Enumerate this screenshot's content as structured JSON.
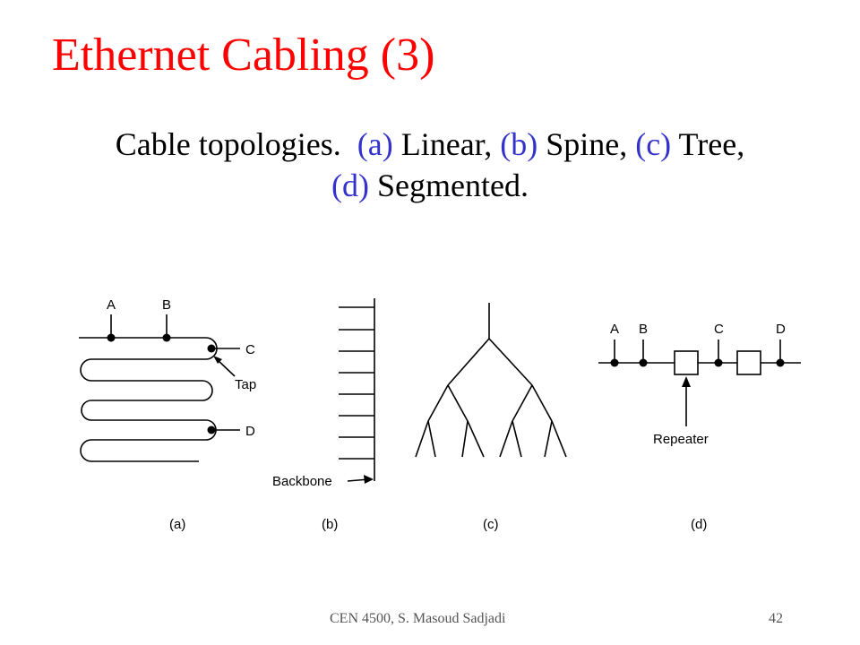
{
  "slide": {
    "title": "Ethernet Cabling (3)",
    "subtitle": {
      "lead": "Cable topologies.",
      "a_tag": "(a)",
      "a_text": " Linear, ",
      "b_tag": "(b)",
      "b_text": " Spine, ",
      "c_tag": "(c)",
      "c_text": " Tree,",
      "d_tag": "(d)",
      "d_text": " Segmented."
    },
    "accent_colors": {
      "title": "#ff0000",
      "highlight": "#3333cc"
    }
  },
  "diagram": {
    "linear": {
      "station_a": "A",
      "station_b": "B",
      "station_c": "C",
      "station_d": "D",
      "tap_label": "Tap",
      "caption": "(a)"
    },
    "spine": {
      "backbone_label": "Backbone",
      "caption": "(b)"
    },
    "tree": {
      "caption": "(c)"
    },
    "segmented": {
      "station_a": "A",
      "station_b": "B",
      "station_c": "C",
      "station_d": "D",
      "repeater_label": "Repeater",
      "caption": "(d)"
    }
  },
  "footer": {
    "course": "CEN 4500, S. Masoud Sadjadi",
    "page_number": "42"
  }
}
